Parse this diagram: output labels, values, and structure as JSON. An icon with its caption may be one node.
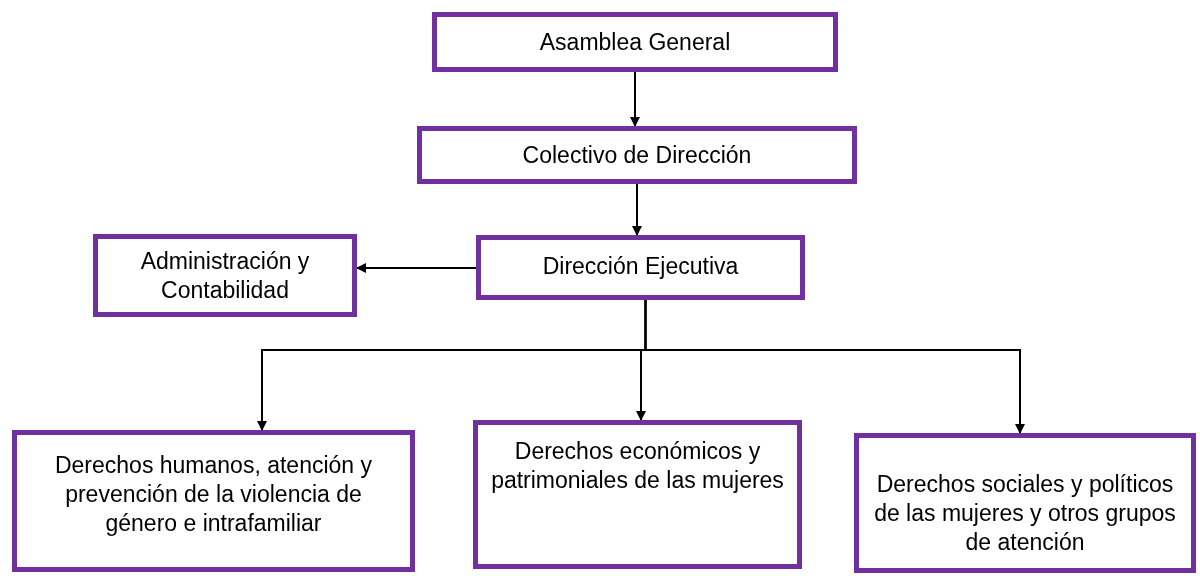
{
  "diagram": {
    "nodes": [
      {
        "text": [
          "Asamblea General"
        ]
      },
      {
        "text": [
          "Colectivo de Dirección"
        ]
      },
      {
        "text": [
          "Dirección Ejecutiva"
        ]
      },
      {
        "text": [
          "Administración y Contabilidad"
        ]
      },
      {
        "text": [
          "Derechos humanos, atención y prevención de la violencia de género e intrafamiliar"
        ]
      },
      {
        "text": [
          "Derechos económicos y patrimoniales de las mujeres"
        ]
      },
      {
        "text": [
          "Derechos sociales y políticos de las mujeres y otros grupos de atención"
        ]
      }
    ],
    "edges": [
      {
        "from": 0,
        "to": 1,
        "arrow": "to"
      },
      {
        "from": 1,
        "to": 2,
        "arrow": "to"
      },
      {
        "from": 2,
        "to": 3,
        "arrow": "to"
      },
      {
        "from": 2,
        "to": 4,
        "arrow": "to"
      },
      {
        "from": 2,
        "to": 5,
        "arrow": "to"
      },
      {
        "from": 2,
        "to": 6,
        "arrow": "to"
      }
    ]
  }
}
